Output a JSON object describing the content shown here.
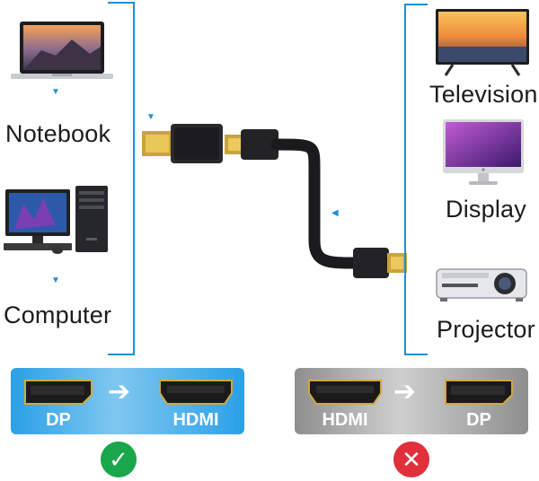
{
  "left_devices": {
    "notebook": "Notebook",
    "computer": "Computer"
  },
  "right_devices": {
    "television": "Television",
    "display": "Display",
    "projector": "Projector"
  },
  "supported": {
    "from": "DP",
    "to": "HDMI",
    "status_icon": "check-icon"
  },
  "unsupported": {
    "from": "HDMI",
    "to": "DP",
    "status_icon": "cross-icon"
  },
  "colors": {
    "accent": "#1f8fd6",
    "ok": "#1aa64a",
    "error": "#e0303a",
    "gold": "#d4a73a"
  }
}
